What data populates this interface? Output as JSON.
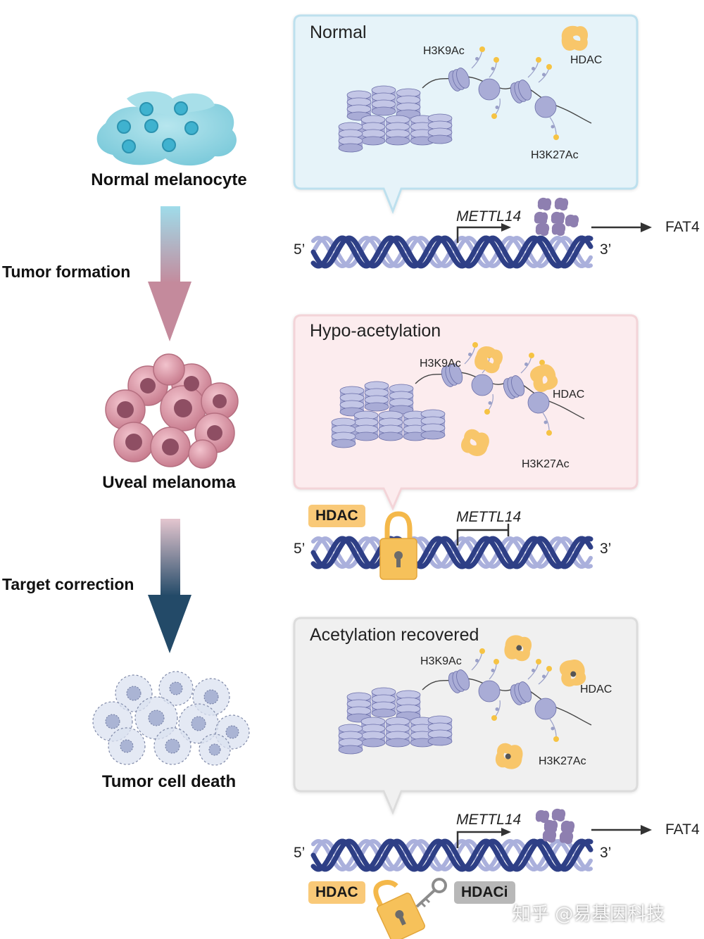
{
  "left": {
    "cell_labels": [
      "Normal melanocyte",
      "Uveal melanoma",
      "Tumor cell death"
    ],
    "step_labels": [
      "Tumor formation",
      "Target correction"
    ]
  },
  "panels": [
    {
      "title": "Normal",
      "mark_h3k9": "H3K9Ac",
      "mark_h3k27": "H3K27Ac",
      "enzyme": "HDAC",
      "fill": "#e6f3f9",
      "stroke": "#bde0ee"
    },
    {
      "title": "Hypo-acetylation",
      "mark_h3k9": "H3K9Ac",
      "mark_h3k27": "H3K27Ac",
      "enzyme": "HDAC",
      "fill": "#fcecee",
      "stroke": "#f3d4d8"
    },
    {
      "title": "Acetylation recovered",
      "mark_h3k9": "H3K9Ac",
      "mark_h3k27": "H3K27Ac",
      "enzyme": "HDAC",
      "fill": "#f0f0f0",
      "stroke": "#dcdcdc"
    }
  ],
  "dna": {
    "gene": "METTL14",
    "five_prime": "5’",
    "three_prime": "3’",
    "product": "FAT4"
  },
  "tags": {
    "hdac": "HDAC",
    "hdaci": "HDACi"
  },
  "watermark": "知乎 @易基因科技",
  "colors": {
    "nucleosome": "#a9acd6",
    "nucleosome_dark": "#6a6ea8",
    "acetyl": "#f6c343",
    "hdac_enzyme": "#f8c66a",
    "dna_dark": "#2e3f86",
    "dna_light": "#aab0dc",
    "protein": "#8e7fb0",
    "normal_cell": "#8fd3e0",
    "tumor_cell": "#d98f9f",
    "dead_cell": "#c9d2e8"
  }
}
